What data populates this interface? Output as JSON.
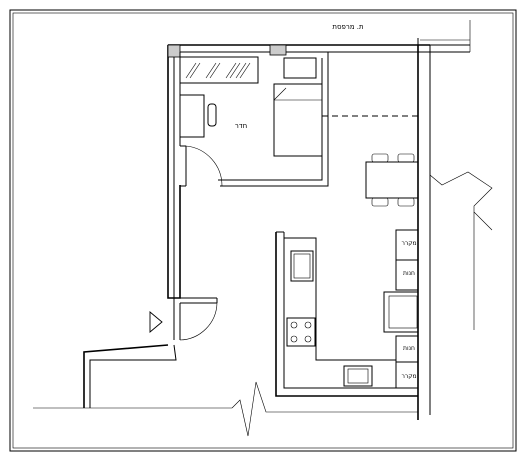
{
  "labels": {
    "balcony": "ת. מרפסת",
    "room": "חדר",
    "cabinet_top": "מקרר",
    "cabinet_mid": "חנות",
    "cabinet_low1": "חנות",
    "cabinet_low2": "מקרר"
  }
}
